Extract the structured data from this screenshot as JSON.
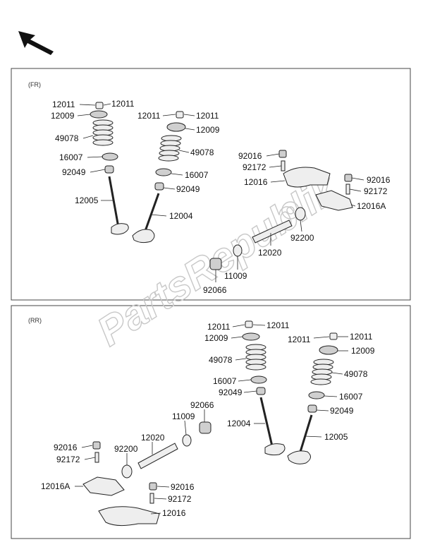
{
  "watermark": "PartsRepublik",
  "sections": {
    "front": {
      "label": "(FR)",
      "callouts": [
        {
          "id": "fr-12011-a",
          "text": "12011"
        },
        {
          "id": "fr-12011-b",
          "text": "12011"
        },
        {
          "id": "fr-12009-a",
          "text": "12009"
        },
        {
          "id": "fr-49078-a",
          "text": "49078"
        },
        {
          "id": "fr-16007-a",
          "text": "16007"
        },
        {
          "id": "fr-92049-a",
          "text": "92049"
        },
        {
          "id": "fr-12005",
          "text": "12005"
        },
        {
          "id": "fr-12011-c",
          "text": "12011"
        },
        {
          "id": "fr-12011-d",
          "text": "12011"
        },
        {
          "id": "fr-12009-b",
          "text": "12009"
        },
        {
          "id": "fr-49078-b",
          "text": "49078"
        },
        {
          "id": "fr-16007-b",
          "text": "16007"
        },
        {
          "id": "fr-92049-b",
          "text": "92049"
        },
        {
          "id": "fr-12004",
          "text": "12004"
        },
        {
          "id": "fr-92016-a",
          "text": "92016"
        },
        {
          "id": "fr-92172-a",
          "text": "92172"
        },
        {
          "id": "fr-12016",
          "text": "12016"
        },
        {
          "id": "fr-92016-b",
          "text": "92016"
        },
        {
          "id": "fr-92172-b",
          "text": "92172"
        },
        {
          "id": "fr-12016A",
          "text": "12016A"
        },
        {
          "id": "fr-92200",
          "text": "92200"
        },
        {
          "id": "fr-12020",
          "text": "12020"
        },
        {
          "id": "fr-11009",
          "text": "11009"
        },
        {
          "id": "fr-92066",
          "text": "92066"
        }
      ]
    },
    "rear": {
      "label": "(RR)",
      "callouts": [
        {
          "id": "rr-12011-a",
          "text": "12011"
        },
        {
          "id": "rr-12011-b",
          "text": "12011"
        },
        {
          "id": "rr-12009-a",
          "text": "12009"
        },
        {
          "id": "rr-49078-a",
          "text": "49078"
        },
        {
          "id": "rr-16007-a",
          "text": "16007"
        },
        {
          "id": "rr-92049-a",
          "text": "92049"
        },
        {
          "id": "rr-12004",
          "text": "12004"
        },
        {
          "id": "rr-12011-c",
          "text": "12011"
        },
        {
          "id": "rr-12011-d",
          "text": "12011"
        },
        {
          "id": "rr-12009-b",
          "text": "12009"
        },
        {
          "id": "rr-49078-b",
          "text": "49078"
        },
        {
          "id": "rr-16007-b",
          "text": "16007"
        },
        {
          "id": "rr-92049-b",
          "text": "92049"
        },
        {
          "id": "rr-12005",
          "text": "12005"
        },
        {
          "id": "rr-92066",
          "text": "92066"
        },
        {
          "id": "rr-11009",
          "text": "11009"
        },
        {
          "id": "rr-12020",
          "text": "12020"
        },
        {
          "id": "rr-92200",
          "text": "92200"
        },
        {
          "id": "rr-92016-a",
          "text": "92016"
        },
        {
          "id": "rr-92172-a",
          "text": "92172"
        },
        {
          "id": "rr-12016A",
          "text": "12016A"
        },
        {
          "id": "rr-92016-b",
          "text": "92016"
        },
        {
          "id": "rr-92172-b",
          "text": "92172"
        },
        {
          "id": "rr-12016",
          "text": "12016"
        }
      ]
    }
  }
}
